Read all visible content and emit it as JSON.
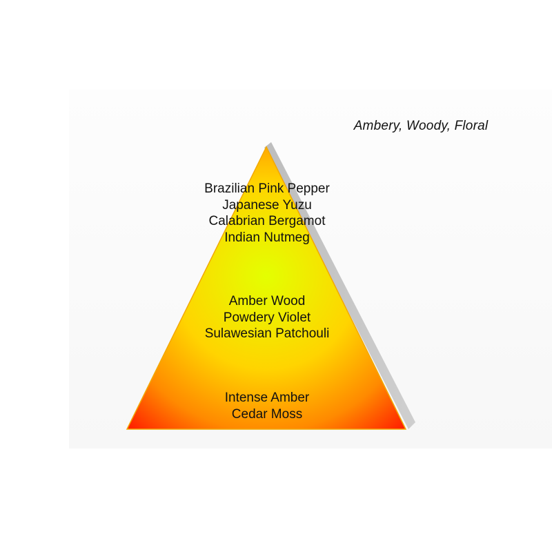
{
  "tagline": "Ambery, Woody, Floral",
  "pyramid": {
    "top": [
      "Brazilian Pink Pepper",
      "Japanese Yuzu",
      "Calabrian Bergamot",
      "Indian Nutmeg"
    ],
    "middle": [
      "Amber Wood",
      "Powdery Violet",
      "Sulawesian Patchouli"
    ],
    "base": [
      "Intense Amber",
      "Cedar Moss"
    ]
  },
  "colors": {
    "apex": "#ffef00",
    "center": "#e4ff00",
    "corner": "#ff1a00",
    "shadow": "#c0c0c0",
    "outline": "#f2a800"
  }
}
